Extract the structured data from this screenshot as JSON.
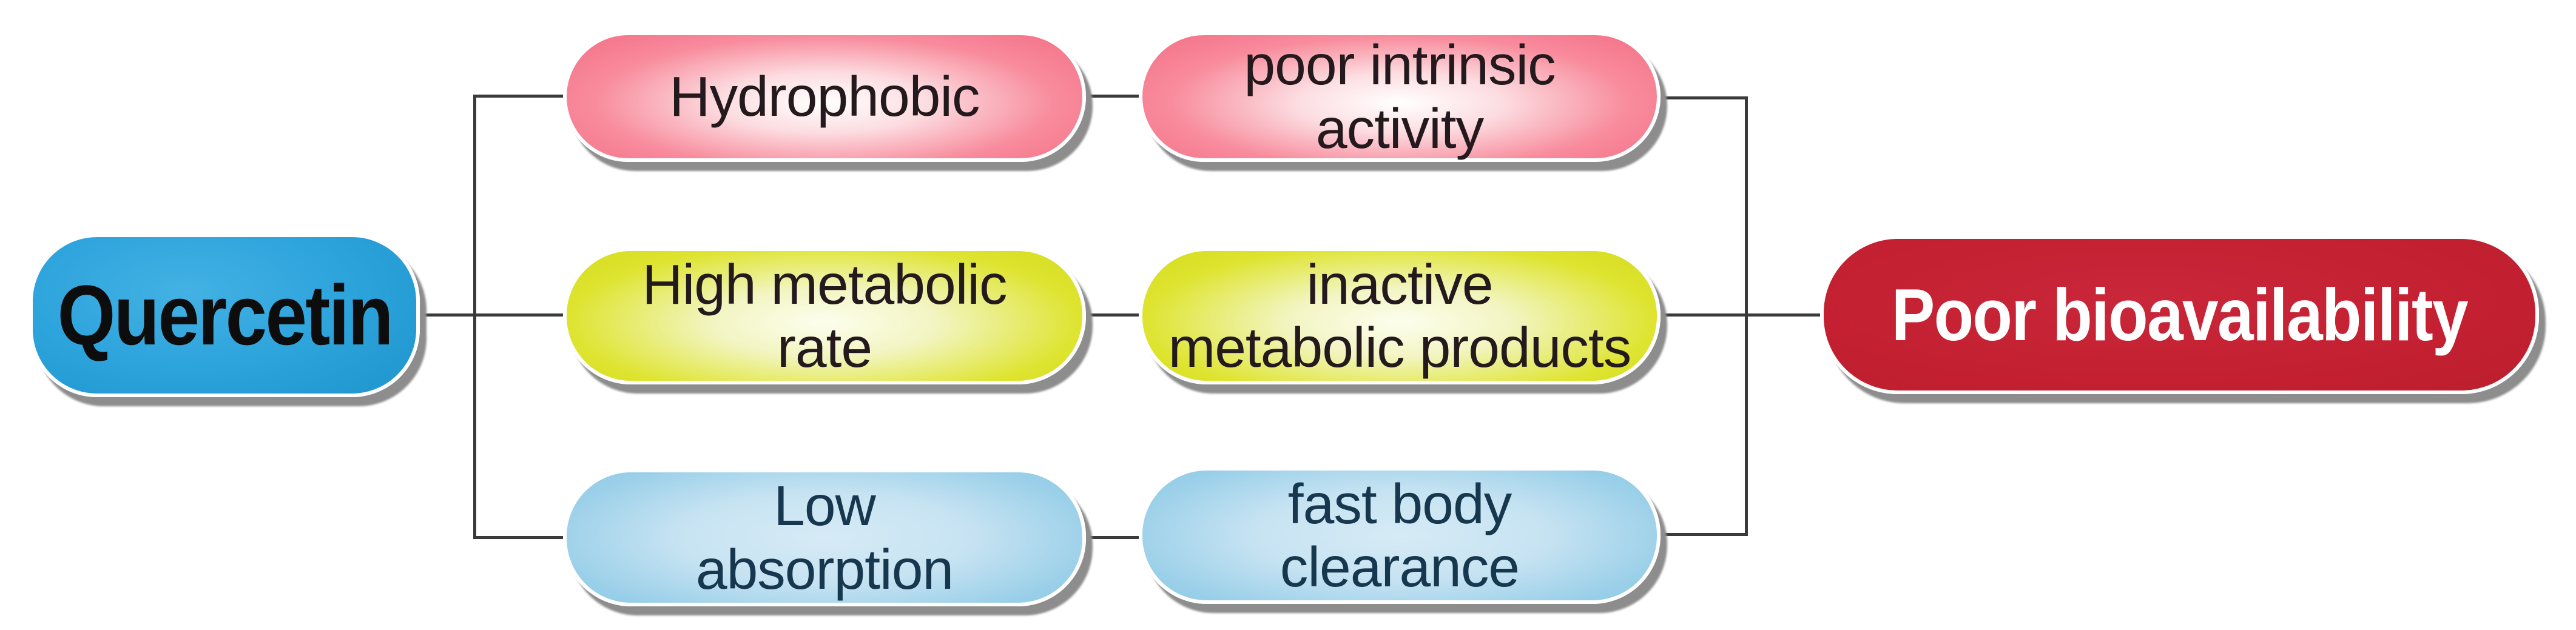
{
  "diagram": {
    "source": {
      "label": "Quercetin",
      "fill": "#2fa5dd",
      "text_color": "#0d0d0d"
    },
    "outcome": {
      "label": "Poor bioavailability",
      "fill": "#c32031",
      "text_color": "#ffffff"
    },
    "causes": [
      {
        "lines": [
          "Hydrophobic",
          ""
        ],
        "label": "Hydrophobic",
        "edge_color": "#f5758a",
        "center_color": "#ffffff"
      },
      {
        "lines": [
          "High metabolic",
          "rate"
        ],
        "label": "High metabolic rate",
        "edge_color": "#d7de23",
        "center_color": "#fdfeee"
      },
      {
        "lines": [
          "Low",
          "absorption"
        ],
        "label": "Low absorption",
        "edge_color": "#8fc9e5",
        "center_color": "#d6ebf6"
      }
    ],
    "effects": [
      {
        "lines": [
          "poor intrinsic",
          "activity"
        ],
        "label": "poor intrinsic activity",
        "edge_color": "#f5758a",
        "center_color": "#ffffff"
      },
      {
        "lines": [
          "inactive",
          "metabolic products"
        ],
        "label": "inactive metabolic products",
        "edge_color": "#d7de23",
        "center_color": "#fdfeee"
      },
      {
        "lines": [
          "fast body",
          "clearance"
        ],
        "label": "fast body clearance",
        "edge_color": "#8fc9e5",
        "center_color": "#d6ebf6"
      }
    ],
    "connector_color": "#3a3a3a",
    "shadow_color": "#8d8d8d",
    "row_text_color": "#241a1d",
    "blue_row_text_color": "#16374d",
    "background_color": "#ffffff"
  }
}
